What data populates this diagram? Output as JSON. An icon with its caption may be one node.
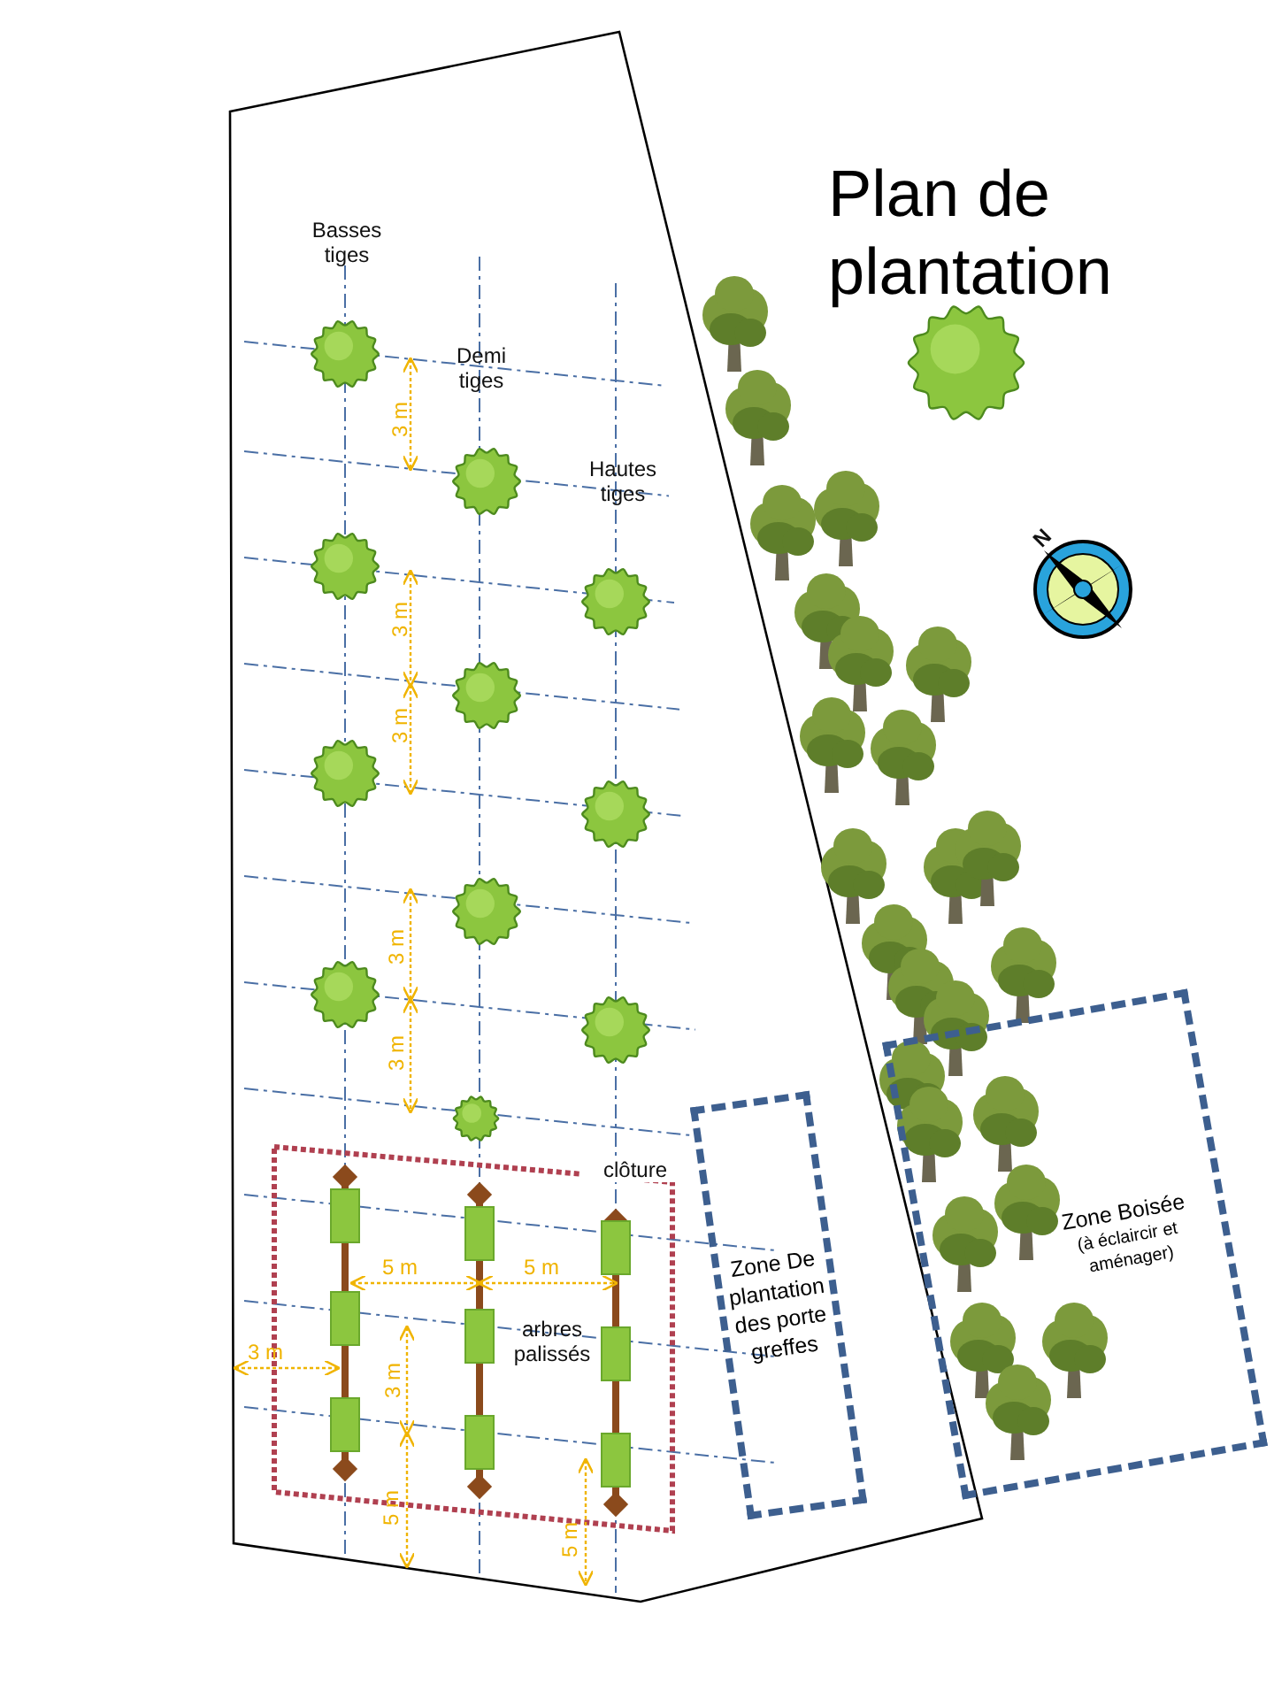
{
  "diagram": {
    "title": "Plan de plantation",
    "nodes": [
      {
        "text": [
          "Zone De plantation des porte greffes"
        ]
      },
      {
        "text": [
          "Zone Boisée",
          "(à éclaircir et aménager)"
        ]
      }
    ],
    "labels": [
      "Basses tiges",
      "Demi tiges",
      "3 m",
      "Hautes tiges",
      "3 m",
      "3 m",
      "3 m",
      "3 m",
      "clôture",
      "5 m",
      "5 m",
      "arbres palissés",
      "3 m",
      "3 m",
      "5 m",
      "5 m",
      "N"
    ]
  }
}
